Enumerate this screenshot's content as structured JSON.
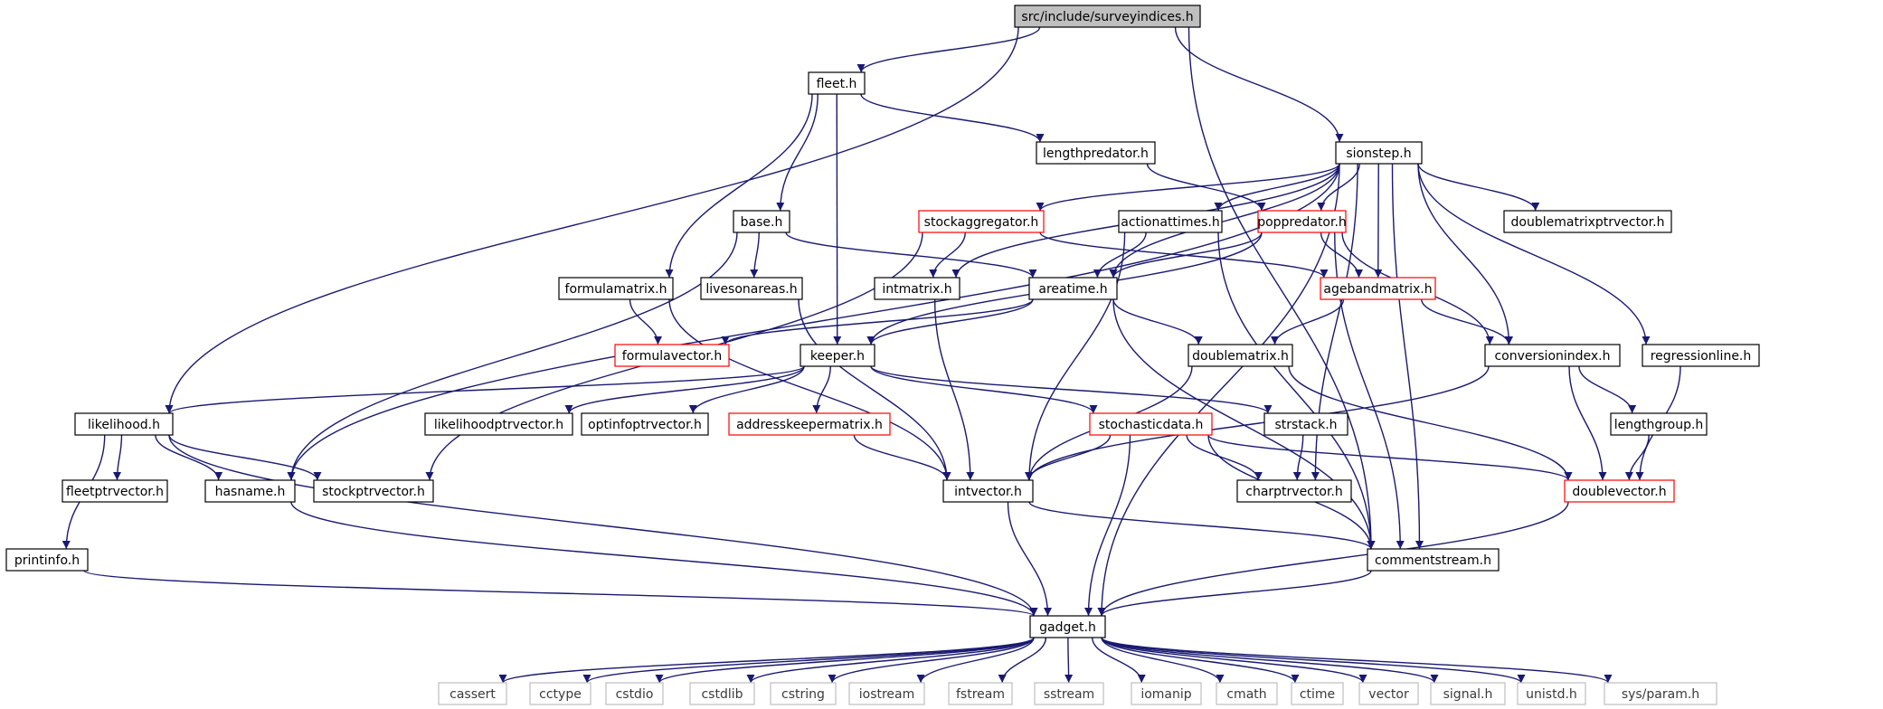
{
  "colors": {
    "edge": "#191970",
    "box_default": "#000000",
    "box_truncated": "#ff0000",
    "box_system": "#bfbfbf",
    "box_root_fill": "#bfbfbf"
  },
  "nodes": [
    {
      "id": "surveyindices",
      "label": "src/include/surveyindices.h",
      "style": "root"
    },
    {
      "id": "fleet",
      "label": "fleet.h",
      "style": "normal"
    },
    {
      "id": "sionstep",
      "label": "sionstep.h",
      "style": "normal"
    },
    {
      "id": "lengthpredator",
      "label": "lengthpredator.h",
      "style": "normal"
    },
    {
      "id": "base",
      "label": "base.h",
      "style": "normal"
    },
    {
      "id": "stockaggregator",
      "label": "stockaggregator.h",
      "style": "truncated"
    },
    {
      "id": "actionattimes",
      "label": "actionattimes.h",
      "style": "normal"
    },
    {
      "id": "poppredator",
      "label": "poppredator.h",
      "style": "truncated"
    },
    {
      "id": "doublematrixptrvector",
      "label": "doublematrixptrvector.h",
      "style": "normal"
    },
    {
      "id": "formulamatrix",
      "label": "formulamatrix.h",
      "style": "normal"
    },
    {
      "id": "livesonareas",
      "label": "livesonareas.h",
      "style": "normal"
    },
    {
      "id": "intmatrix",
      "label": "intmatrix.h",
      "style": "normal"
    },
    {
      "id": "areatime",
      "label": "areatime.h",
      "style": "normal"
    },
    {
      "id": "agebandmatrix",
      "label": "agebandmatrix.h",
      "style": "truncated"
    },
    {
      "id": "formulavector",
      "label": "formulavector.h",
      "style": "truncated"
    },
    {
      "id": "keeper",
      "label": "keeper.h",
      "style": "normal"
    },
    {
      "id": "doublematrix",
      "label": "doublematrix.h",
      "style": "normal"
    },
    {
      "id": "conversionindex",
      "label": "conversionindex.h",
      "style": "normal"
    },
    {
      "id": "regressionline",
      "label": "regressionline.h",
      "style": "normal"
    },
    {
      "id": "likelihood",
      "label": "likelihood.h",
      "style": "normal"
    },
    {
      "id": "likelihoodptrvector",
      "label": "likelihoodptrvector.h",
      "style": "normal"
    },
    {
      "id": "optinfoptrvector",
      "label": "optinfoptrvector.h",
      "style": "normal"
    },
    {
      "id": "addresskeepermatrix",
      "label": "addresskeepermatrix.h",
      "style": "truncated"
    },
    {
      "id": "stochasticdata",
      "label": "stochasticdata.h",
      "style": "truncated"
    },
    {
      "id": "strstack",
      "label": "strstack.h",
      "style": "normal"
    },
    {
      "id": "lengthgroup",
      "label": "lengthgroup.h",
      "style": "normal"
    },
    {
      "id": "fleetptrvector",
      "label": "fleetptrvector.h",
      "style": "normal"
    },
    {
      "id": "hasname",
      "label": "hasname.h",
      "style": "normal"
    },
    {
      "id": "stockptrvector",
      "label": "stockptrvector.h",
      "style": "normal"
    },
    {
      "id": "intvector",
      "label": "intvector.h",
      "style": "normal"
    },
    {
      "id": "charptrvector",
      "label": "charptrvector.h",
      "style": "normal"
    },
    {
      "id": "doublevector",
      "label": "doublevector.h",
      "style": "truncated"
    },
    {
      "id": "printinfo",
      "label": "printinfo.h",
      "style": "normal"
    },
    {
      "id": "commentstream",
      "label": "commentstream.h",
      "style": "normal"
    },
    {
      "id": "gadget",
      "label": "gadget.h",
      "style": "normal"
    },
    {
      "id": "cassert",
      "label": "cassert",
      "style": "system"
    },
    {
      "id": "cctype",
      "label": "cctype",
      "style": "system"
    },
    {
      "id": "cstdio",
      "label": "cstdio",
      "style": "system"
    },
    {
      "id": "cstdlib",
      "label": "cstdlib",
      "style": "system"
    },
    {
      "id": "cstring",
      "label": "cstring",
      "style": "system"
    },
    {
      "id": "iostream",
      "label": "iostream",
      "style": "system"
    },
    {
      "id": "fstream",
      "label": "fstream",
      "style": "system"
    },
    {
      "id": "sstream",
      "label": "sstream",
      "style": "system"
    },
    {
      "id": "iomanip",
      "label": "iomanip",
      "style": "system"
    },
    {
      "id": "cmath",
      "label": "cmath",
      "style": "system"
    },
    {
      "id": "ctime",
      "label": "ctime",
      "style": "system"
    },
    {
      "id": "vector",
      "label": "vector",
      "style": "system"
    },
    {
      "id": "signal",
      "label": "signal.h",
      "style": "system"
    },
    {
      "id": "unistd",
      "label": "unistd.h",
      "style": "system"
    },
    {
      "id": "sysparam",
      "label": "sys/param.h",
      "style": "system"
    }
  ],
  "edges": [
    [
      "surveyindices",
      "fleet"
    ],
    [
      "surveyindices",
      "sionstep"
    ],
    [
      "surveyindices",
      "likelihood"
    ],
    [
      "surveyindices",
      "commentstream"
    ],
    [
      "fleet",
      "lengthpredator"
    ],
    [
      "fleet",
      "base"
    ],
    [
      "fleet",
      "keeper"
    ],
    [
      "fleet",
      "formulamatrix"
    ],
    [
      "lengthpredator",
      "poppredator"
    ],
    [
      "sionstep",
      "stockaggregator"
    ],
    [
      "sionstep",
      "actionattimes"
    ],
    [
      "sionstep",
      "poppredator"
    ],
    [
      "sionstep",
      "doublematrixptrvector"
    ],
    [
      "sionstep",
      "agebandmatrix"
    ],
    [
      "sionstep",
      "areatime"
    ],
    [
      "sionstep",
      "intmatrix"
    ],
    [
      "sionstep",
      "conversionindex"
    ],
    [
      "sionstep",
      "regressionline"
    ],
    [
      "sionstep",
      "charptrvector"
    ],
    [
      "sionstep",
      "commentstream"
    ],
    [
      "sionstep",
      "gadget"
    ],
    [
      "sionstep",
      "hasname"
    ],
    [
      "base",
      "livesonareas"
    ],
    [
      "base",
      "areatime"
    ],
    [
      "base",
      "hasname"
    ],
    [
      "stockaggregator",
      "intmatrix"
    ],
    [
      "stockaggregator",
      "agebandmatrix"
    ],
    [
      "stockaggregator",
      "stockptrvector"
    ],
    [
      "actionattimes",
      "areatime"
    ],
    [
      "actionattimes",
      "intvector"
    ],
    [
      "actionattimes",
      "commentstream"
    ],
    [
      "poppredator",
      "areatime"
    ],
    [
      "poppredator",
      "agebandmatrix"
    ],
    [
      "poppredator",
      "conversionindex"
    ],
    [
      "poppredator",
      "keeper"
    ],
    [
      "poppredator",
      "commentstream"
    ],
    [
      "formulamatrix",
      "formulavector"
    ],
    [
      "formulamatrix",
      "intvector"
    ],
    [
      "livesonareas",
      "intvector"
    ],
    [
      "intmatrix",
      "intvector"
    ],
    [
      "areatime",
      "formulavector"
    ],
    [
      "areatime",
      "keeper"
    ],
    [
      "areatime",
      "doublematrix"
    ],
    [
      "areatime",
      "commentstream"
    ],
    [
      "agebandmatrix",
      "doublematrix"
    ],
    [
      "agebandmatrix",
      "conversionindex"
    ],
    [
      "keeper",
      "likelihood"
    ],
    [
      "keeper",
      "likelihoodptrvector"
    ],
    [
      "keeper",
      "optinfoptrvector"
    ],
    [
      "keeper",
      "addresskeepermatrix"
    ],
    [
      "keeper",
      "stochasticdata"
    ],
    [
      "keeper",
      "strstack"
    ],
    [
      "doublematrix",
      "intvector"
    ],
    [
      "doublematrix",
      "doublevector"
    ],
    [
      "conversionindex",
      "lengthgroup"
    ],
    [
      "conversionindex",
      "doublevector"
    ],
    [
      "conversionindex",
      "intvector"
    ],
    [
      "regressionline",
      "doublevector"
    ],
    [
      "likelihood",
      "fleetptrvector"
    ],
    [
      "likelihood",
      "hasname"
    ],
    [
      "likelihood",
      "stockptrvector"
    ],
    [
      "likelihood",
      "printinfo"
    ],
    [
      "likelihood",
      "gadget"
    ],
    [
      "addresskeepermatrix",
      "intvector"
    ],
    [
      "stochasticdata",
      "charptrvector"
    ],
    [
      "stochasticdata",
      "intvector"
    ],
    [
      "stochasticdata",
      "doublevector"
    ],
    [
      "stochasticdata",
      "commentstream"
    ],
    [
      "stochasticdata",
      "gadget"
    ],
    [
      "strstack",
      "charptrvector"
    ],
    [
      "lengthgroup",
      "doublevector"
    ],
    [
      "hasname",
      "gadget"
    ],
    [
      "intvector",
      "gadget"
    ],
    [
      "intvector",
      "commentstream"
    ],
    [
      "doublevector",
      "gadget"
    ],
    [
      "printinfo",
      "gadget"
    ],
    [
      "commentstream",
      "gadget"
    ],
    [
      "gadget",
      "cassert"
    ],
    [
      "gadget",
      "cctype"
    ],
    [
      "gadget",
      "cstdio"
    ],
    [
      "gadget",
      "cstdlib"
    ],
    [
      "gadget",
      "cstring"
    ],
    [
      "gadget",
      "iostream"
    ],
    [
      "gadget",
      "fstream"
    ],
    [
      "gadget",
      "sstream"
    ],
    [
      "gadget",
      "iomanip"
    ],
    [
      "gadget",
      "cmath"
    ],
    [
      "gadget",
      "ctime"
    ],
    [
      "gadget",
      "vector"
    ],
    [
      "gadget",
      "signal"
    ],
    [
      "gadget",
      "unistd"
    ],
    [
      "gadget",
      "sysparam"
    ]
  ]
}
